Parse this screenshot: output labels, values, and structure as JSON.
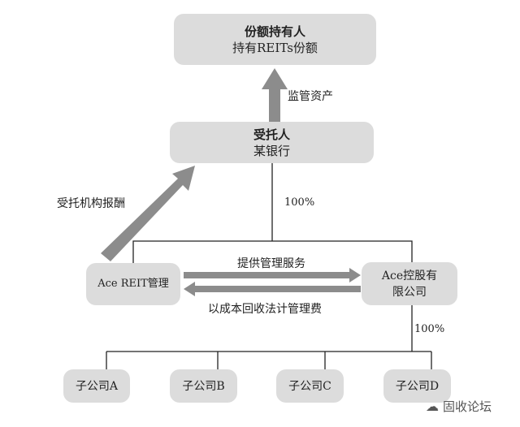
{
  "nodes": {
    "holders": {
      "title": "份额持有人",
      "subtitle": "持有REITs份额"
    },
    "trustee": {
      "title": "受托人",
      "subtitle": "某银行"
    },
    "manager": {
      "title": "Ace REIT管理"
    },
    "holding": {
      "line1": "Ace控股有",
      "line2": "限公司"
    },
    "subsidiaries": [
      "子公司A",
      "子公司B",
      "子公司C",
      "子公司D"
    ]
  },
  "labels": {
    "supervise": "监管资产",
    "trustee_fee": "受托机构报酬",
    "trustee_ownership": "100%",
    "services": "提供管理服务",
    "cost_recovery": "以成本回收法计管理费",
    "holding_ownership": "100%"
  },
  "watermark": "固收论坛",
  "colors": {
    "box": "#dcdcdc",
    "arrow": "#8c8c8c",
    "line": "#222222"
  }
}
